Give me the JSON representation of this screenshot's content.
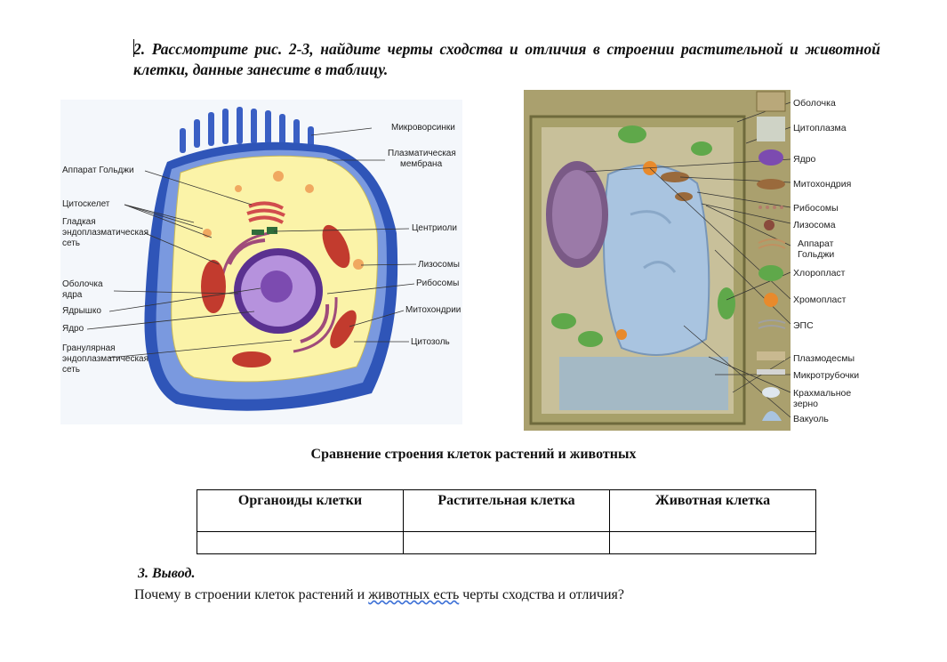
{
  "task": {
    "text": "2. Рассмотрите рис. 2-3, найдите черты сходства и отличия в строении растительной и животной клетки, данные занесите в таблицу."
  },
  "animal_cell": {
    "labels_left": [
      "Аппарат Гольджи",
      "Цитоскелет",
      "Гладкая",
      "эндоплазматическая",
      "сеть",
      "Оболочка",
      "ядра",
      "Ядрышко",
      "Ядро",
      "Гранулярная",
      "эндоплазматическая",
      "сеть"
    ],
    "labels_right": [
      "Микроворсинки",
      "Плазматическая",
      "мембрана",
      "Центриоли",
      "Лизосомы",
      "Рибосомы",
      "Митохондрии",
      "Цитозоль"
    ]
  },
  "plant_cell": {
    "labels": [
      "Оболочка",
      "Цитоплазма",
      "Ядро",
      "Митохондрия",
      "Рибосомы",
      "Лизосома",
      "Аппарат",
      "Гольджи",
      "Хлоропласт",
      "Хромопласт",
      "ЭПС",
      "Плазмодесмы",
      "Микротрубочки",
      "Крахмальное",
      "зерно",
      "Вакуоль"
    ]
  },
  "comparison": {
    "caption": "Сравнение строения клеток растений и животных",
    "headers": [
      "Органоиды клетки",
      "Растительная клетка",
      "Животная клетка"
    ]
  },
  "conclusion": {
    "heading": "3.  Вывод.",
    "question_before": "Почему в строении клеток растений и ",
    "question_underlined": "животных  есть",
    "question_after": " черты сходства и отличия?"
  },
  "colors": {
    "animal_outer": "#2f55b8",
    "animal_cytoplasm": "#fbf3a8",
    "nucleus": "#7c4bb0",
    "mitochondria": "#c23b2e",
    "plant_wall": "#a7a06a",
    "plant_vacuole": "#a9c4e0",
    "chloroplast": "#5fa84a"
  }
}
